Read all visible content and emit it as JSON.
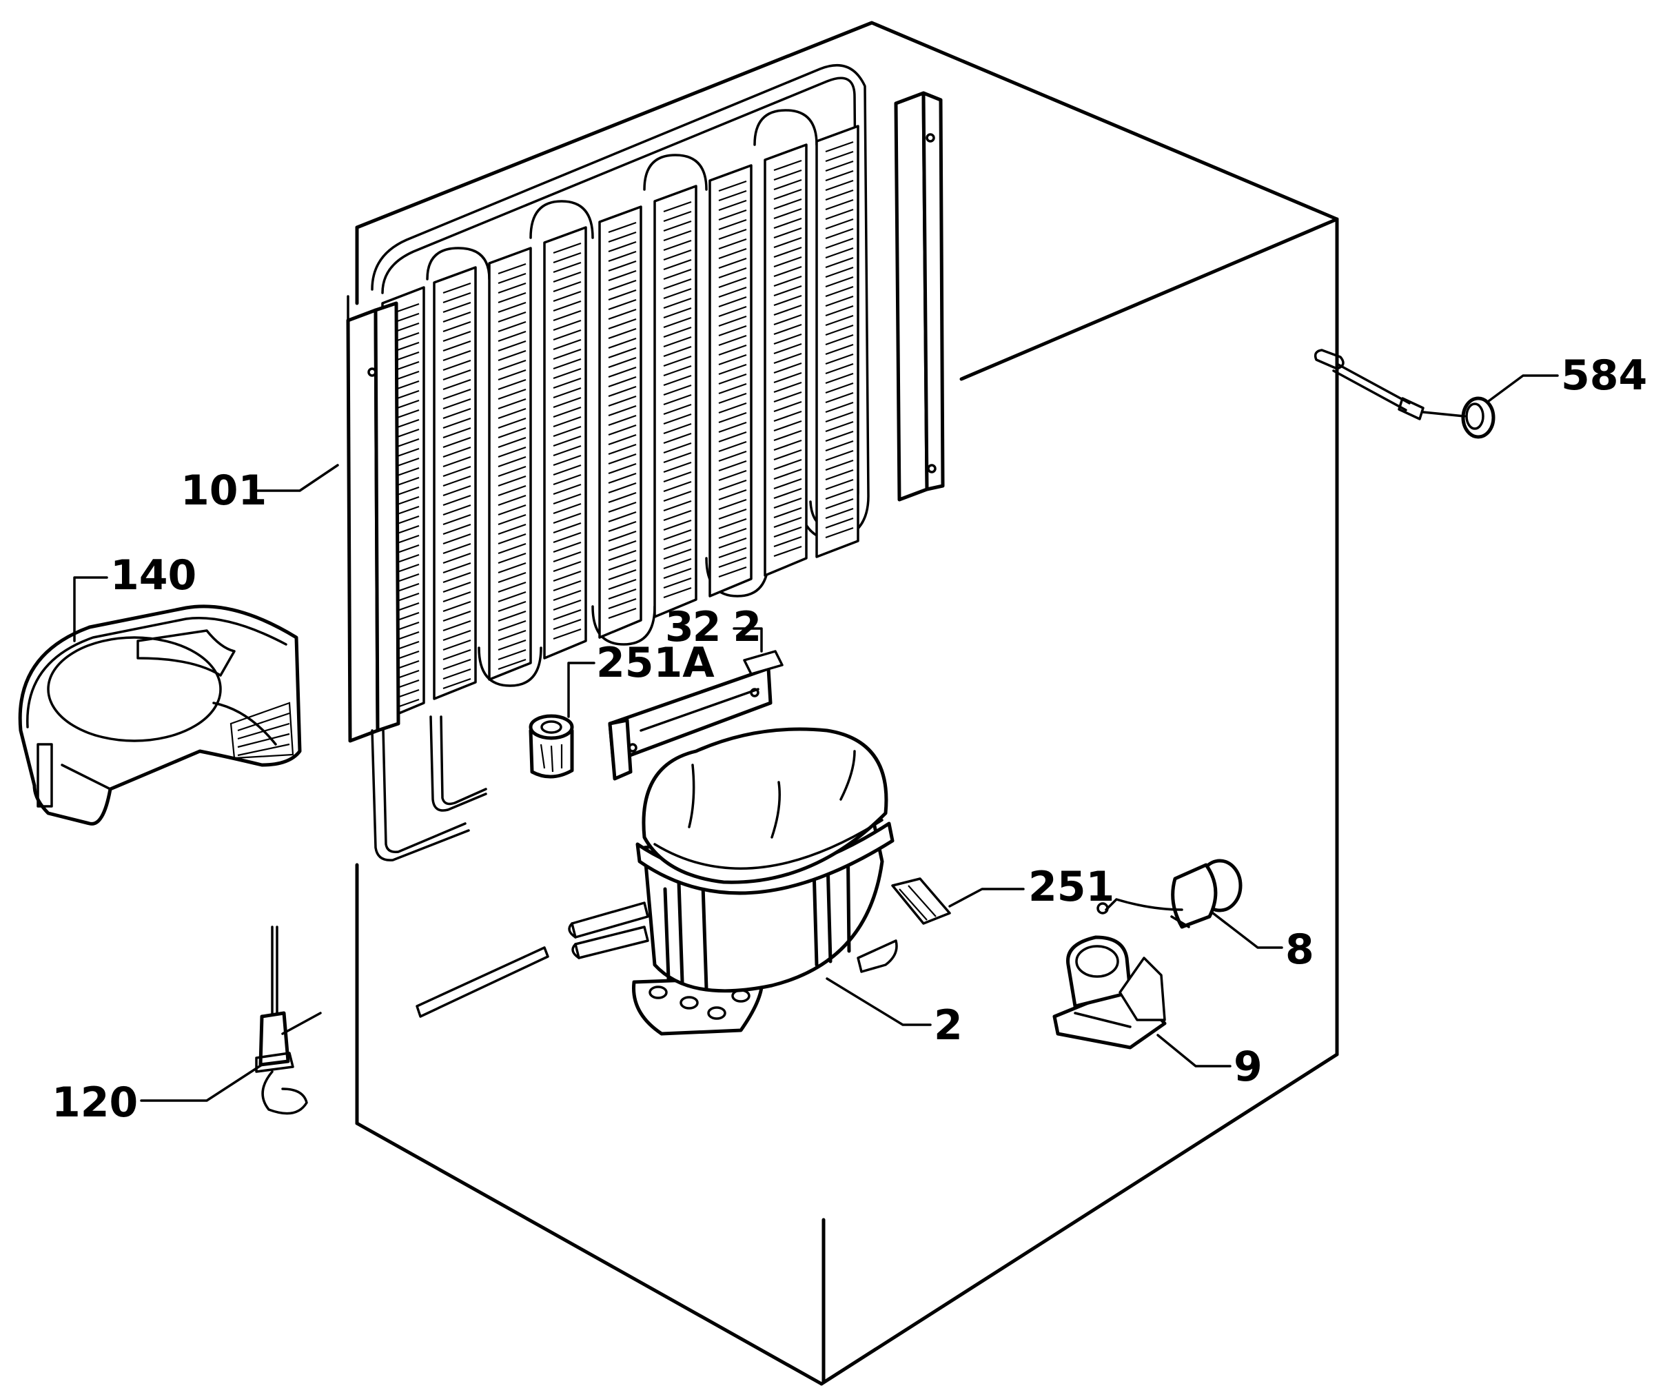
{
  "diagram": {
    "type": "exploded-parts-view",
    "background": "#ffffff",
    "ink": "#000000",
    "callouts": [
      {
        "id": "584",
        "text": "584",
        "part": "thermostat-sensor-clip"
      },
      {
        "id": "101",
        "text": "101",
        "part": "condenser"
      },
      {
        "id": "140",
        "text": "140",
        "part": "drip-tray"
      },
      {
        "id": "322",
        "text": "32 2",
        "part": "mounting-bracket"
      },
      {
        "id": "251A",
        "text": "251A",
        "part": "rubber-grommet"
      },
      {
        "id": "251",
        "text": "251",
        "part": "compressor-foot-clip"
      },
      {
        "id": "8",
        "text": "8",
        "part": "overload-protector"
      },
      {
        "id": "2",
        "text": "2",
        "part": "compressor"
      },
      {
        "id": "9",
        "text": "9",
        "part": "starting-relay"
      },
      {
        "id": "120",
        "text": "120",
        "part": "drier-filter"
      }
    ]
  }
}
